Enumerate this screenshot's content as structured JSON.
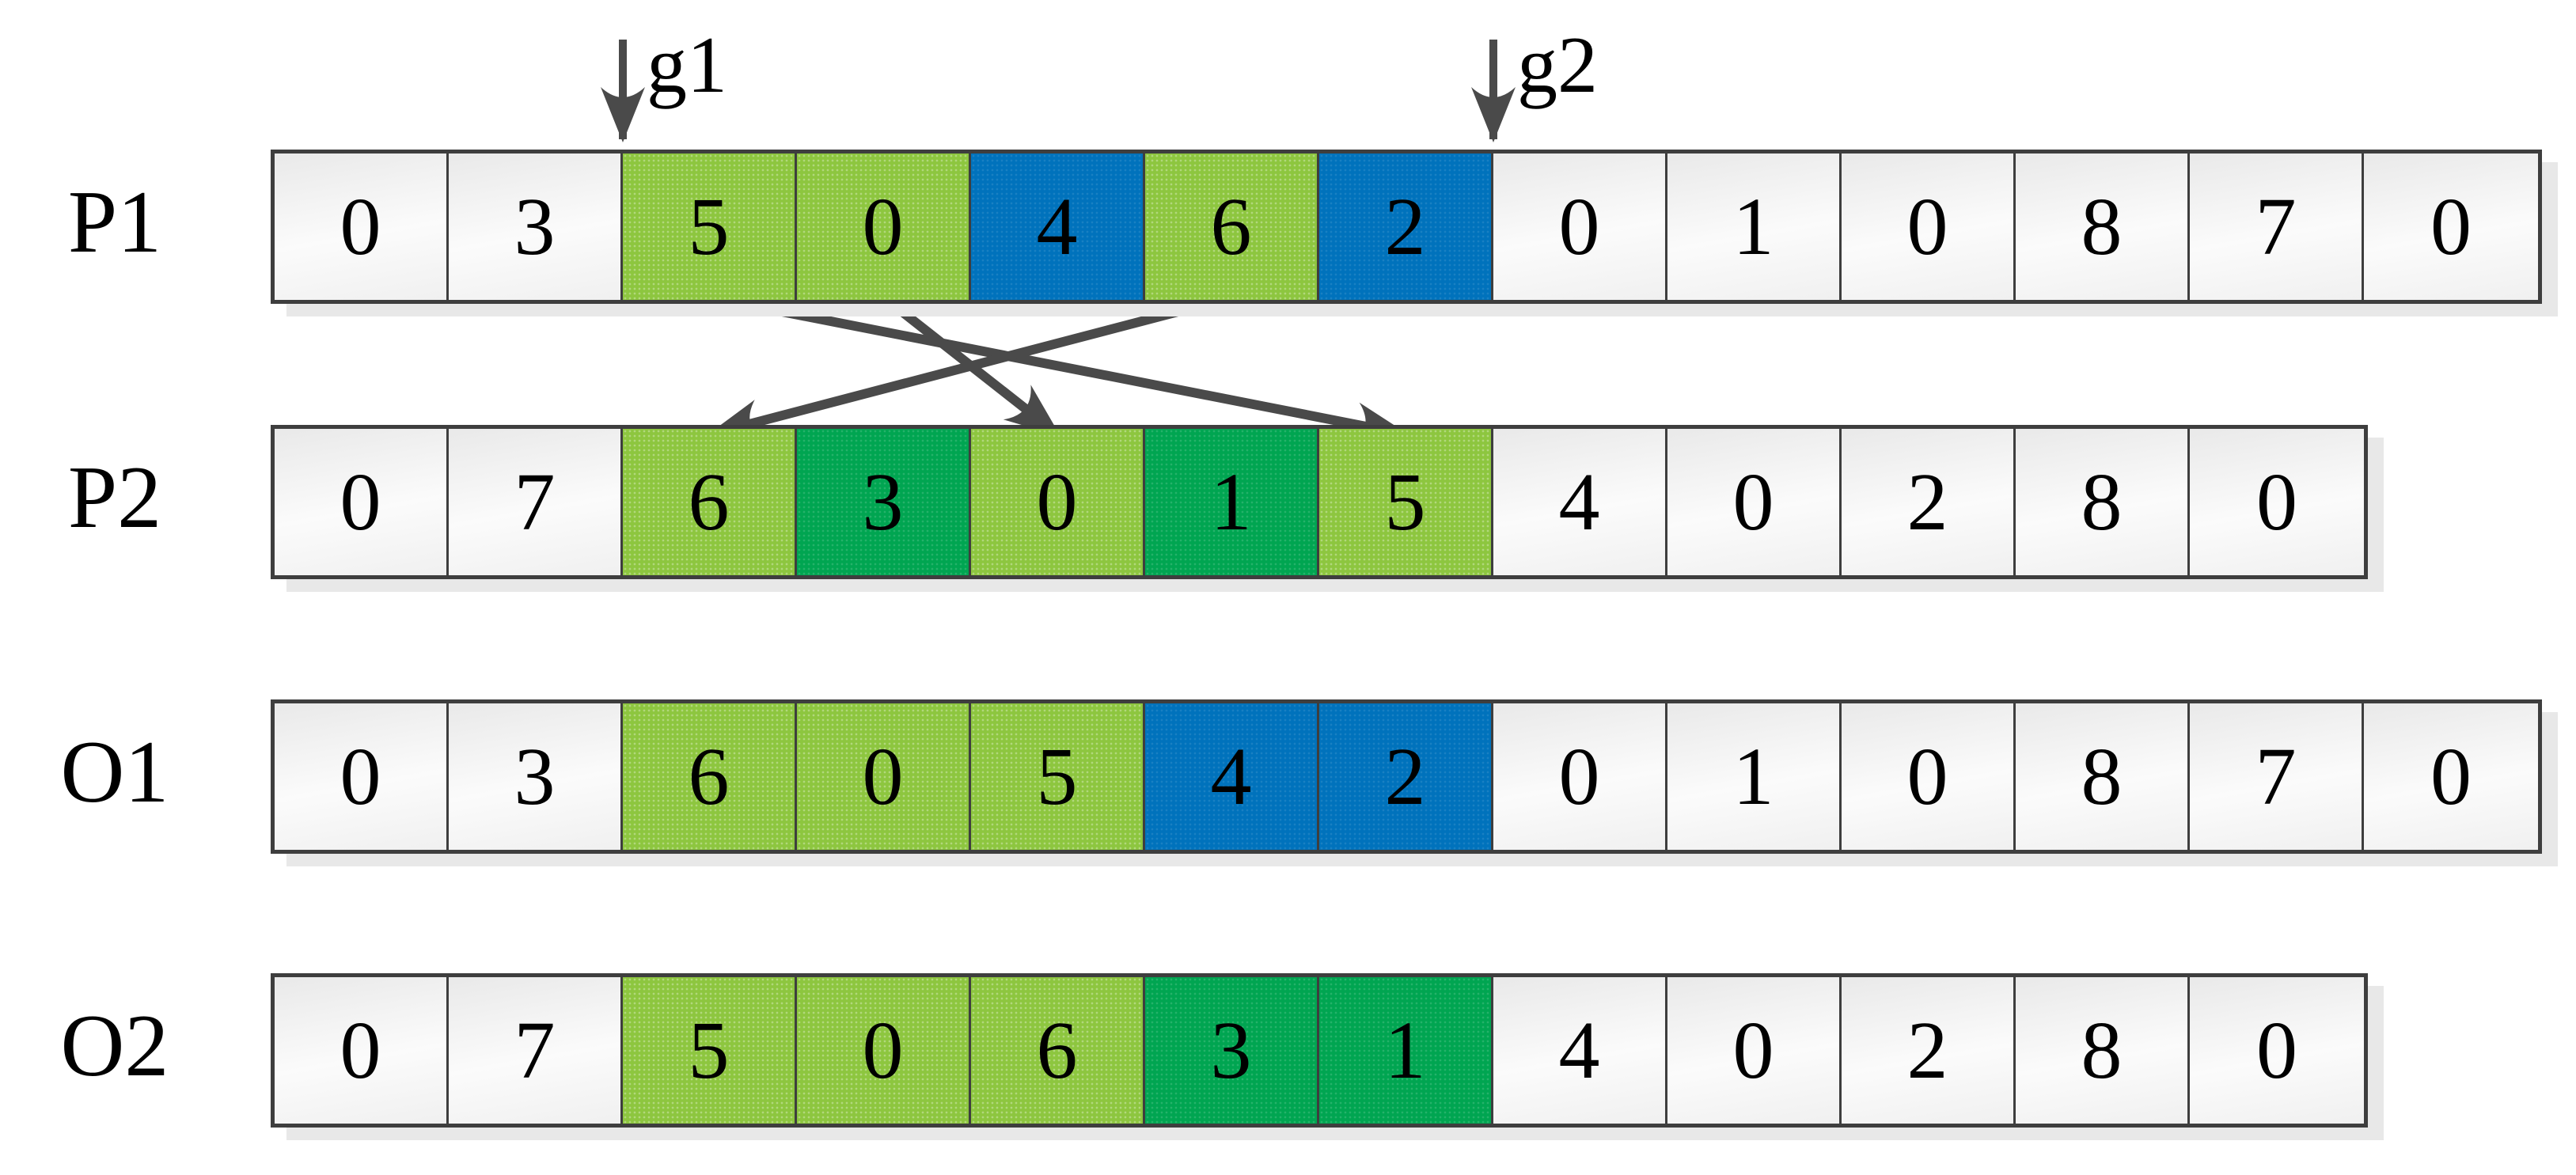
{
  "diagram": {
    "type": "genetic-algorithm-crossover",
    "rows": [
      {
        "label": "P1",
        "cells": [
          {
            "v": "0",
            "c": "plain"
          },
          {
            "v": "3",
            "c": "plain"
          },
          {
            "v": "5",
            "c": "light_green"
          },
          {
            "v": "0",
            "c": "light_green"
          },
          {
            "v": "4",
            "c": "blue"
          },
          {
            "v": "6",
            "c": "light_green"
          },
          {
            "v": "2",
            "c": "blue"
          },
          {
            "v": "0",
            "c": "plain"
          },
          {
            "v": "1",
            "c": "plain"
          },
          {
            "v": "0",
            "c": "plain"
          },
          {
            "v": "8",
            "c": "plain"
          },
          {
            "v": "7",
            "c": "plain"
          },
          {
            "v": "0",
            "c": "plain"
          }
        ]
      },
      {
        "label": "P2",
        "cells": [
          {
            "v": "0",
            "c": "plain"
          },
          {
            "v": "7",
            "c": "plain"
          },
          {
            "v": "6",
            "c": "light_green"
          },
          {
            "v": "3",
            "c": "dark_green"
          },
          {
            "v": "0",
            "c": "light_green"
          },
          {
            "v": "1",
            "c": "dark_green"
          },
          {
            "v": "5",
            "c": "light_green"
          },
          {
            "v": "4",
            "c": "plain"
          },
          {
            "v": "0",
            "c": "plain"
          },
          {
            "v": "2",
            "c": "plain"
          },
          {
            "v": "8",
            "c": "plain"
          },
          {
            "v": "0",
            "c": "plain"
          }
        ]
      },
      {
        "label": "O1",
        "cells": [
          {
            "v": "0",
            "c": "plain"
          },
          {
            "v": "3",
            "c": "plain"
          },
          {
            "v": "6",
            "c": "light_green"
          },
          {
            "v": "0",
            "c": "light_green"
          },
          {
            "v": "5",
            "c": "light_green"
          },
          {
            "v": "4",
            "c": "blue"
          },
          {
            "v": "2",
            "c": "blue"
          },
          {
            "v": "0",
            "c": "plain"
          },
          {
            "v": "1",
            "c": "plain"
          },
          {
            "v": "0",
            "c": "plain"
          },
          {
            "v": "8",
            "c": "plain"
          },
          {
            "v": "7",
            "c": "plain"
          },
          {
            "v": "0",
            "c": "plain"
          }
        ]
      },
      {
        "label": "O2",
        "cells": [
          {
            "v": "0",
            "c": "plain"
          },
          {
            "v": "7",
            "c": "plain"
          },
          {
            "v": "5",
            "c": "light_green"
          },
          {
            "v": "0",
            "c": "light_green"
          },
          {
            "v": "6",
            "c": "light_green"
          },
          {
            "v": "3",
            "c": "dark_green"
          },
          {
            "v": "1",
            "c": "dark_green"
          },
          {
            "v": "4",
            "c": "plain"
          },
          {
            "v": "0",
            "c": "plain"
          },
          {
            "v": "2",
            "c": "plain"
          },
          {
            "v": "8",
            "c": "plain"
          },
          {
            "v": "0",
            "c": "plain"
          }
        ]
      }
    ],
    "cut_markers": [
      {
        "label": "g1",
        "row": "P1",
        "before_index": 2
      },
      {
        "label": "g2",
        "row": "P1",
        "before_index": 7
      }
    ],
    "crossover_arrows": [
      {
        "from_row": "P1",
        "from_index": 2,
        "to_row": "P2",
        "to_index": 6,
        "value": "5"
      },
      {
        "from_row": "P1",
        "from_index": 3,
        "to_row": "P2",
        "to_index": 4,
        "value": "0"
      },
      {
        "from_row": "P1",
        "from_index": 5,
        "to_row": "P2",
        "to_index": 2,
        "value": "6"
      }
    ],
    "colors": {
      "light_green": "#8dc63f",
      "dark_green": "#00a551",
      "blue": "#0072bc",
      "border": "#3e3e3e",
      "arrow": "#4a4a4a",
      "shadow": "#e8e8e8",
      "digit": "#000000"
    }
  }
}
